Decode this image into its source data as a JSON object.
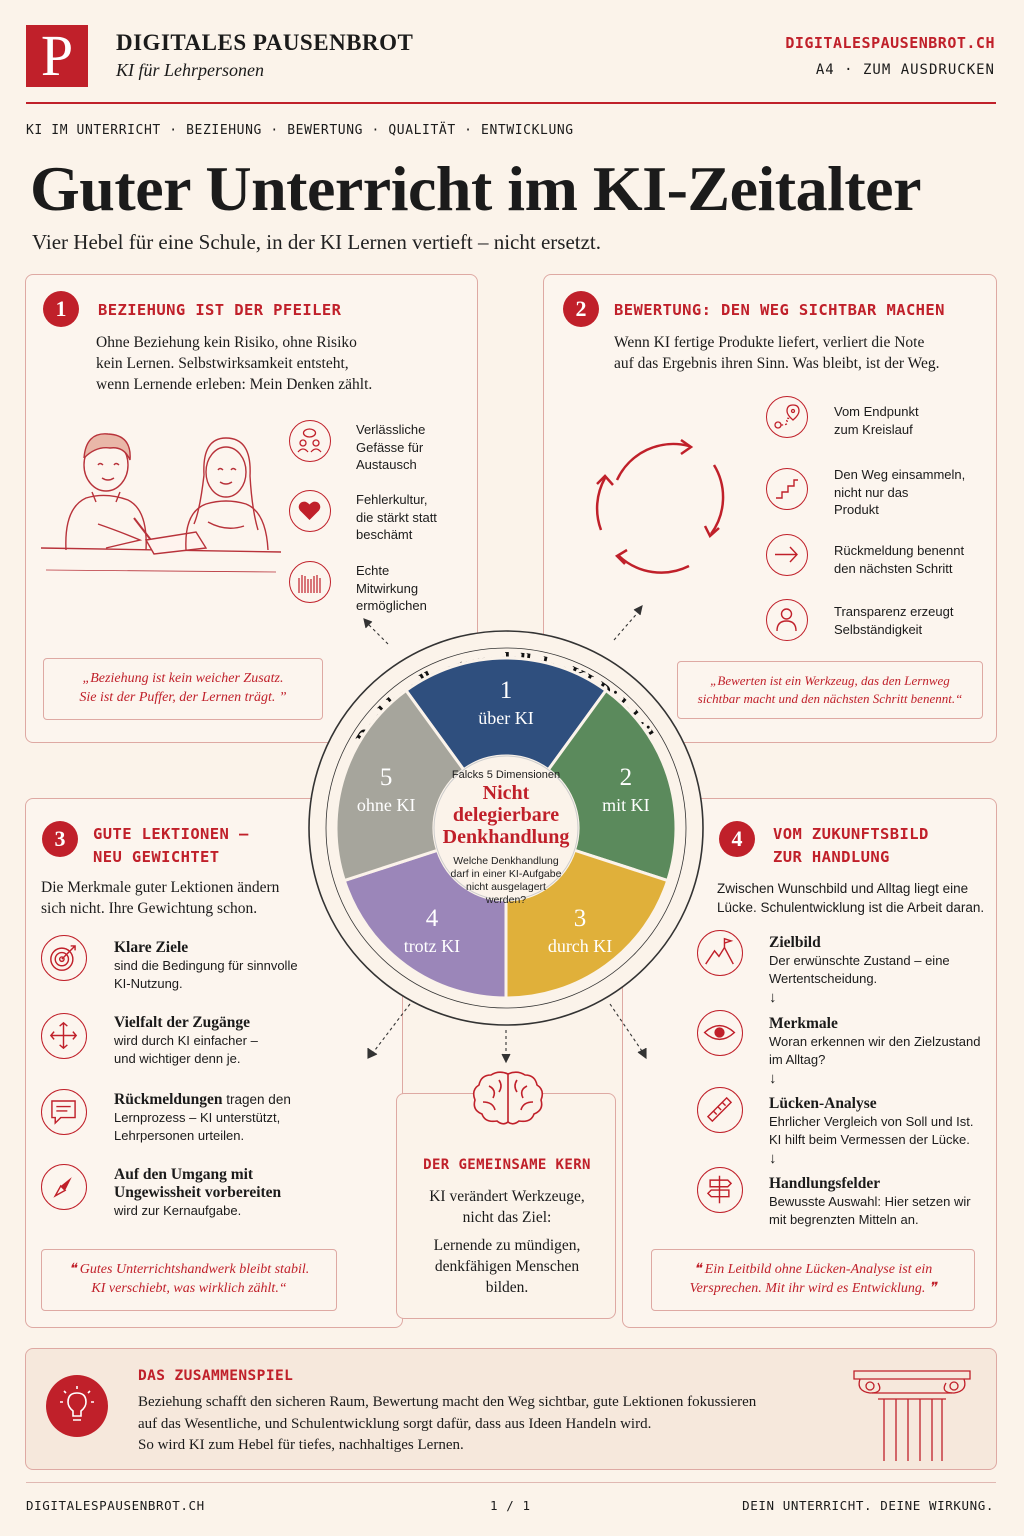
{
  "header": {
    "logo_letter": "P",
    "brand": "DIGITALES PAUSENBROT",
    "brand_sub": "KI für Lehrpersonen",
    "site": "DIGITALESPAUSENBROT.CH",
    "print_note": "A4 · ZUM AUSDRUCKEN"
  },
  "topics": "KI IM UNTERRICHT · BEZIEHUNG · BEWERTUNG · QUALITÄT · ENTWICKLUNG",
  "title": "Guter Unterricht im KI-Zeitalter",
  "subtitle": "Vier Hebel für eine Schule, in der KI Lernen vertieft – nicht ersetzt.",
  "card1": {
    "number": "1",
    "title": "BEZIEHUNG IST DER PFEILER",
    "body": [
      "Ohne Beziehung kein Risiko, ohne Risiko",
      "kein Lernen. Selbstwirksamkeit entsteht,",
      "wenn Lernende erleben: Mein Denken zählt."
    ],
    "items": [
      {
        "icon": "people-chat-icon",
        "lines": [
          "Verlässliche",
          "Gefässe für",
          "Austausch"
        ]
      },
      {
        "icon": "heart-icon",
        "lines": [
          "Fehlerkultur,",
          "die stärkt statt",
          "beschämt"
        ]
      },
      {
        "icon": "raised-hands-icon",
        "lines": [
          "Echte",
          "Mitwirkung",
          "ermöglichen"
        ]
      }
    ],
    "quote": [
      "„Beziehung ist kein weicher Zusatz.",
      "Sie ist der Puffer, der Lernen trägt. ”"
    ],
    "quote_mark": "❝"
  },
  "card2": {
    "number": "2",
    "title": "BEWERTUNG: DEN WEG SICHTBAR MACHEN",
    "body": [
      "Wenn KI fertige Produkte liefert, verliert die Note",
      "auf das Ergebnis ihren Sinn. Was bleibt, ist der Weg."
    ],
    "items": [
      {
        "icon": "route-pin-icon",
        "lines": [
          "Vom Endpunkt",
          "zum Kreislauf"
        ]
      },
      {
        "icon": "stairs-icon",
        "lines": [
          "Den Weg einsammeln,",
          "nicht nur das",
          "Produkt"
        ]
      },
      {
        "icon": "arrow-right-icon",
        "lines": [
          "Rückmeldung benennt",
          "den nächsten Schritt"
        ]
      },
      {
        "icon": "person-icon",
        "lines": [
          "Transparenz erzeugt",
          "Selbständigkeit"
        ]
      }
    ],
    "quote": [
      "„Bewerten ist ein Werkzeug, das den Lernweg",
      "sichtbar macht und den nächsten Schritt benennt.“"
    ]
  },
  "card3": {
    "number": "3",
    "title": [
      "GUTE LEKTIONEN –",
      "NEU GEWICHTET"
    ],
    "body": [
      "Die Merkmale guter Lektionen ändern",
      "sich nicht. Ihre Gewichtung schon."
    ],
    "items": [
      {
        "icon": "target-icon",
        "head": "Klare Ziele",
        "rest": "",
        "lines": [
          "sind die Bedingung für sinnvolle",
          "KI-Nutzung."
        ]
      },
      {
        "icon": "move-arrows-icon",
        "head": "Vielfalt der Zugänge",
        "rest": "",
        "lines": [
          "wird durch KI einfacher –",
          "und wichtiger denn je."
        ]
      },
      {
        "icon": "chat-bubble-icon",
        "head": "Rückmeldungen",
        "rest": " tragen den",
        "lines": [
          "Lernprozess – KI unterstützt,",
          "Lehrpersonen urteilen."
        ]
      },
      {
        "icon": "compass-icon",
        "head": "Auf den Umgang mit",
        "rest": "",
        "head2": "Ungewissheit vorbereiten",
        "lines": [
          "wird zur Kernaufgabe."
        ]
      }
    ],
    "quote": [
      "❝ Gutes Unterrichtshandwerk bleibt stabil.",
      "KI verschiebt, was wirklich zählt.“"
    ]
  },
  "card4": {
    "number": "4",
    "title": [
      "VOM ZUKUNFTSBILD",
      "ZUR HANDLUNG"
    ],
    "body": [
      "Zwischen Wunschbild und Alltag liegt eine",
      "Lücke. Schulentwicklung ist die Arbeit daran."
    ],
    "items": [
      {
        "icon": "mountain-flag-icon",
        "head": "Zielbild",
        "lines": [
          "Der erwünschte Zustand – eine",
          "Wertentscheidung."
        ]
      },
      {
        "icon": "eye-icon",
        "head": "Merkmale",
        "lines": [
          "Woran erkennen wir den Zielzustand",
          "im Alltag?"
        ]
      },
      {
        "icon": "ruler-icon",
        "head": "Lücken-Analyse",
        "lines": [
          "Ehrlicher Vergleich von Soll und Ist.",
          "KI hilft beim Vermessen der Lücke."
        ]
      },
      {
        "icon": "signpost-icon",
        "head": "Handlungsfelder",
        "lines": [
          "Bewusste Auswahl: Hier setzen wir",
          "mit begrenzten Mitteln an."
        ]
      }
    ],
    "arrow": "↓",
    "quote": [
      "❝ Ein Leitbild ohne Lücken-Analyse ist ein",
      "Versprechen. Mit ihr wird es Entwicklung. ❞"
    ]
  },
  "wheel": {
    "ring_title": "Denkhandlungsmodell der KI-Didaktik",
    "center_small": "Falcks 5 Dimensionen",
    "center_title": [
      "Nicht",
      "delegierbare",
      "Denkhandlung"
    ],
    "center_question": [
      "Welche Denkhandlung",
      "darf in einer KI-Aufgabe",
      "nicht ausgelagert",
      "werden?"
    ],
    "segments": [
      {
        "num": "1",
        "label": "über KI",
        "color": "#2f4f7e"
      },
      {
        "num": "2",
        "label": "mit KI",
        "color": "#5b8a5c"
      },
      {
        "num": "3",
        "label": "durch KI",
        "color": "#e0b03a"
      },
      {
        "num": "4",
        "label": "trotz KI",
        "color": "#9b86b9"
      },
      {
        "num": "5",
        "label": "ohne KI",
        "color": "#a6a59c"
      }
    ]
  },
  "core": {
    "title": "DER GEMEINSAME KERN",
    "lines1": [
      "KI verändert Werkzeuge,",
      "nicht das Ziel:"
    ],
    "lines2": [
      "Lernende zu mündigen,",
      "denkfähigen Menschen",
      "bilden."
    ]
  },
  "summary": {
    "title": "DAS ZUSAMMENSPIEL",
    "lines": [
      "Beziehung schafft den sicheren Raum, Bewertung macht den Weg sichtbar, gute Lektionen fokussieren",
      "auf das Wesentliche, und Schulentwicklung sorgt dafür, dass aus Ideen Handeln wird.",
      "So wird KI zum Hebel für tiefes, nachhaltiges Lernen."
    ]
  },
  "footer": {
    "site": "DIGITALESPAUSENBROT.CH",
    "page": "1 / 1",
    "tagline": "DEIN UNTERRICHT. DEINE WIRKUNG."
  },
  "colors": {
    "accent": "#c0202a",
    "border": "#dea9a3",
    "paper": "#fbf3ea"
  }
}
